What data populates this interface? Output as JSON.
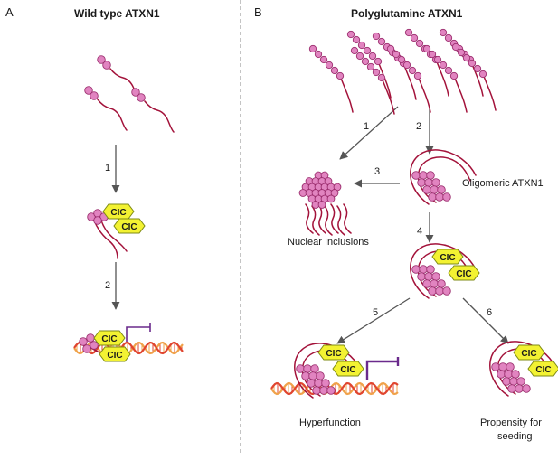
{
  "panel_a": {
    "letter": "A",
    "title": "Wild type ATXN1",
    "steps": [
      "1",
      "2"
    ]
  },
  "panel_b": {
    "letter": "B",
    "title": "Polyglutamine ATXN1",
    "steps": [
      "1",
      "2",
      "3",
      "4",
      "5",
      "6"
    ],
    "labels": {
      "oligomeric": "Oligomeric ATXN1",
      "nuclear_inclusions": "Nuclear Inclusions",
      "hyperfunction": "Hyperfunction",
      "propensity_line1": "Propensity for",
      "propensity_line2": "seeding"
    }
  },
  "cic_label": "CIC",
  "colors": {
    "bead_fill": "#e184c0",
    "bead_stroke": "#9c2f6f",
    "tail": "#a3123a",
    "cic_fill": "#f3f232",
    "cic_stroke": "#7d8a14",
    "repressor": "#6a2a8c",
    "dna_a": "#f0a24a",
    "dna_b": "#e0452f",
    "arrow": "#555555",
    "divider": "#8a8a8a"
  }
}
